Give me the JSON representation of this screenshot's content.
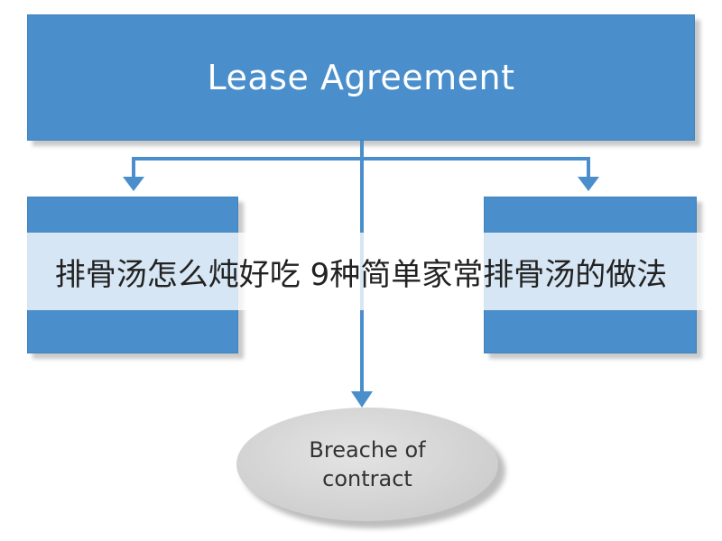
{
  "diagram": {
    "top_node": {
      "label": "Lease Agreement"
    },
    "outcome_node": {
      "line1": "Breache of",
      "line2": "contract"
    },
    "colors": {
      "box_blue": "#4a8fcb",
      "connector_blue": "#4a8fcb",
      "ellipse_gray": "#d2d2d2",
      "text_dark": "#333333"
    }
  },
  "overlay": {
    "caption": "排骨汤怎么炖好吃 9种简单家常排骨汤的做法"
  }
}
